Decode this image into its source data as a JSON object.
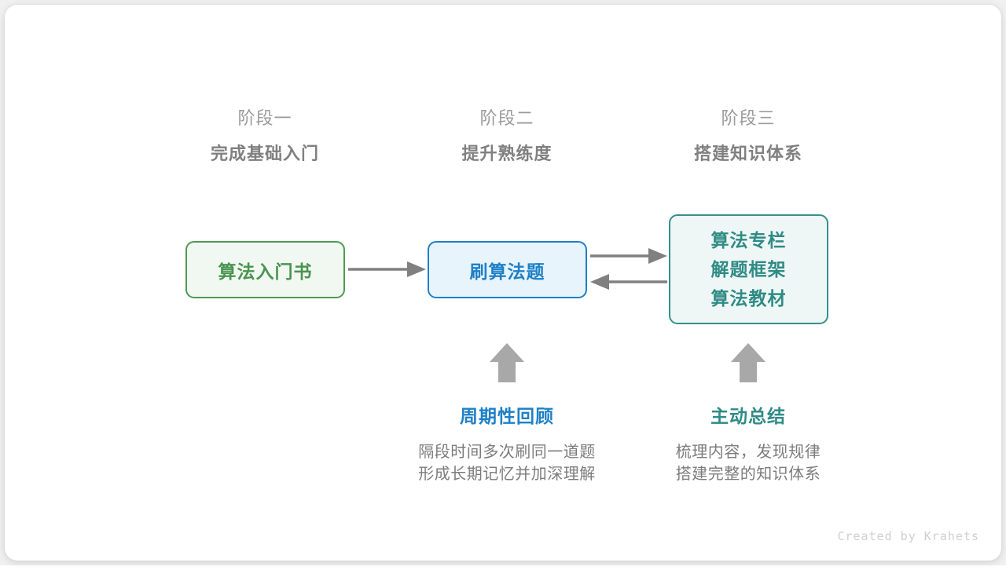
{
  "canvas": {
    "background": "#f0f0f0",
    "card_background": "#ffffff"
  },
  "stages": [
    {
      "subtitle": "阶段一",
      "title": "完成基础入门"
    },
    {
      "subtitle": "阶段二",
      "title": "提升熟练度"
    },
    {
      "subtitle": "阶段三",
      "title": "搭建知识体系"
    }
  ],
  "nodes": {
    "book": {
      "label": "算法入门书",
      "border_color": "#4f9a52",
      "fill_color": "#f1f8f1",
      "text_color": "#4a9350"
    },
    "practice": {
      "label": "刷算法题",
      "border_color": "#1f80c6",
      "fill_color": "#e7f4fc",
      "text_color": "#1f80c6"
    },
    "resources": {
      "lines": [
        "算法专栏",
        "解题框架",
        "算法教材"
      ],
      "border_color": "#35908a",
      "fill_color": "#eff7f6",
      "text_color": "#2f8b85"
    }
  },
  "arrows": {
    "color": "#808080",
    "book_to_practice": "arrow-right",
    "practice_to_resources": "arrow-right",
    "resources_to_practice": "arrow-left",
    "up_arrow_review": "arrow-up",
    "up_arrow_summary": "arrow-up"
  },
  "notes": [
    {
      "title": "周期性回顾",
      "title_color": "#1f80c6",
      "line1": "隔段时间多次刷同一道题",
      "line2": "形成长期记忆并加深理解"
    },
    {
      "title": "主动总结",
      "title_color": "#2f8b85",
      "line1": "梳理内容，发现规律",
      "line2": "搭建完整的知识体系"
    }
  ],
  "credit": "Created by Krahets"
}
